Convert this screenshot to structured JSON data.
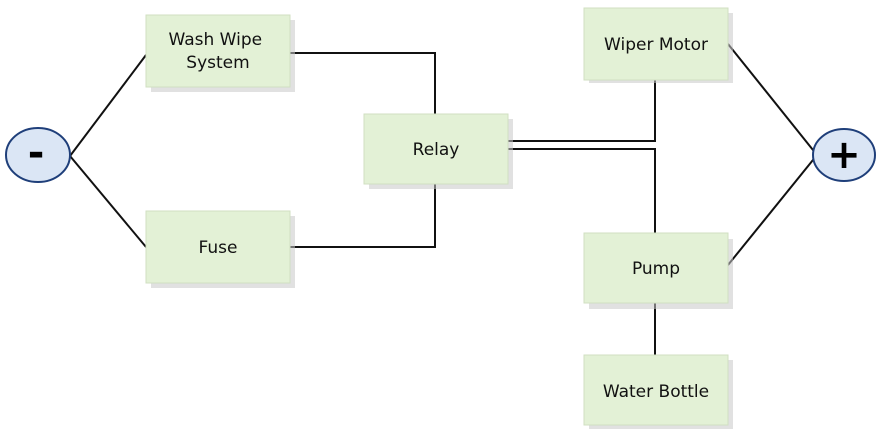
{
  "diagram": {
    "components": {
      "wash_wipe_system": [
        "Wash Wipe",
        "System"
      ],
      "fuse": "Fuse",
      "relay": "Relay",
      "wiper_motor": "Wiper Motor",
      "pump": "Pump",
      "water_bottle": "Water Bottle"
    },
    "terminals": {
      "negative": "-",
      "positive": "+"
    },
    "colors": {
      "box_fill": "#e3f1d6",
      "wire": "#111111",
      "terminal_fill": "#dbe6f5",
      "terminal_stroke": "#1f3f7a"
    }
  }
}
